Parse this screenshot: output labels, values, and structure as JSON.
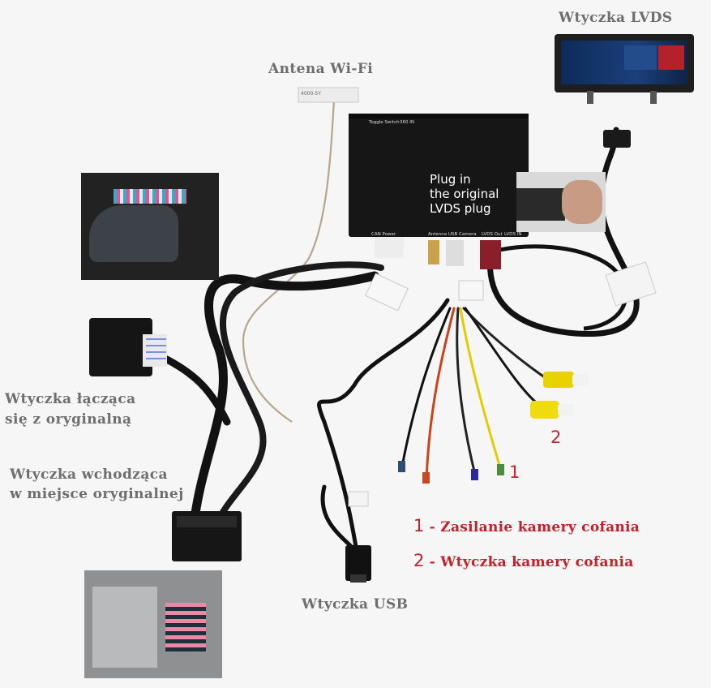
{
  "labels": {
    "lvds_plug": "Wtyczka LVDS",
    "wifi_antenna": "Antena Wi-Fi",
    "connecting_plug_line1": "Wtyczka łącząca",
    "connecting_plug_line2": "się z oryginalną",
    "replacement_plug_line1": "Wtyczka wchodząca",
    "replacement_plug_line2": "w miejsce oryginalnej",
    "usb_plug": "Wtyczka USB",
    "camera_power_number": "1",
    "camera_plug_number": "2"
  },
  "legend": [
    {
      "number": "1",
      "text": "- Zasilanie kamery cofania"
    },
    {
      "number": "2",
      "text": "- Wtyczka kamery cofania"
    }
  ],
  "box_overlay": {
    "line1": "Plug in",
    "line2": "the original",
    "line3": "LVDS plug"
  },
  "box_ports": {
    "top_left": "Toggle Switch",
    "top_right": "360 IN",
    "bottom_1": "CAN Power",
    "bottom_2": "Antenna",
    "bottom_3": "USB Camera",
    "bottom_4": "LVDS Out",
    "bottom_5": "LVDS IN"
  },
  "antenna_tag": "4000-5Y",
  "colors": {
    "label_gray": "#6e6e6e",
    "label_red": "#c0212b",
    "box": "#161616",
    "cable": "#141414",
    "rca_yellow": "#e8d300"
  }
}
